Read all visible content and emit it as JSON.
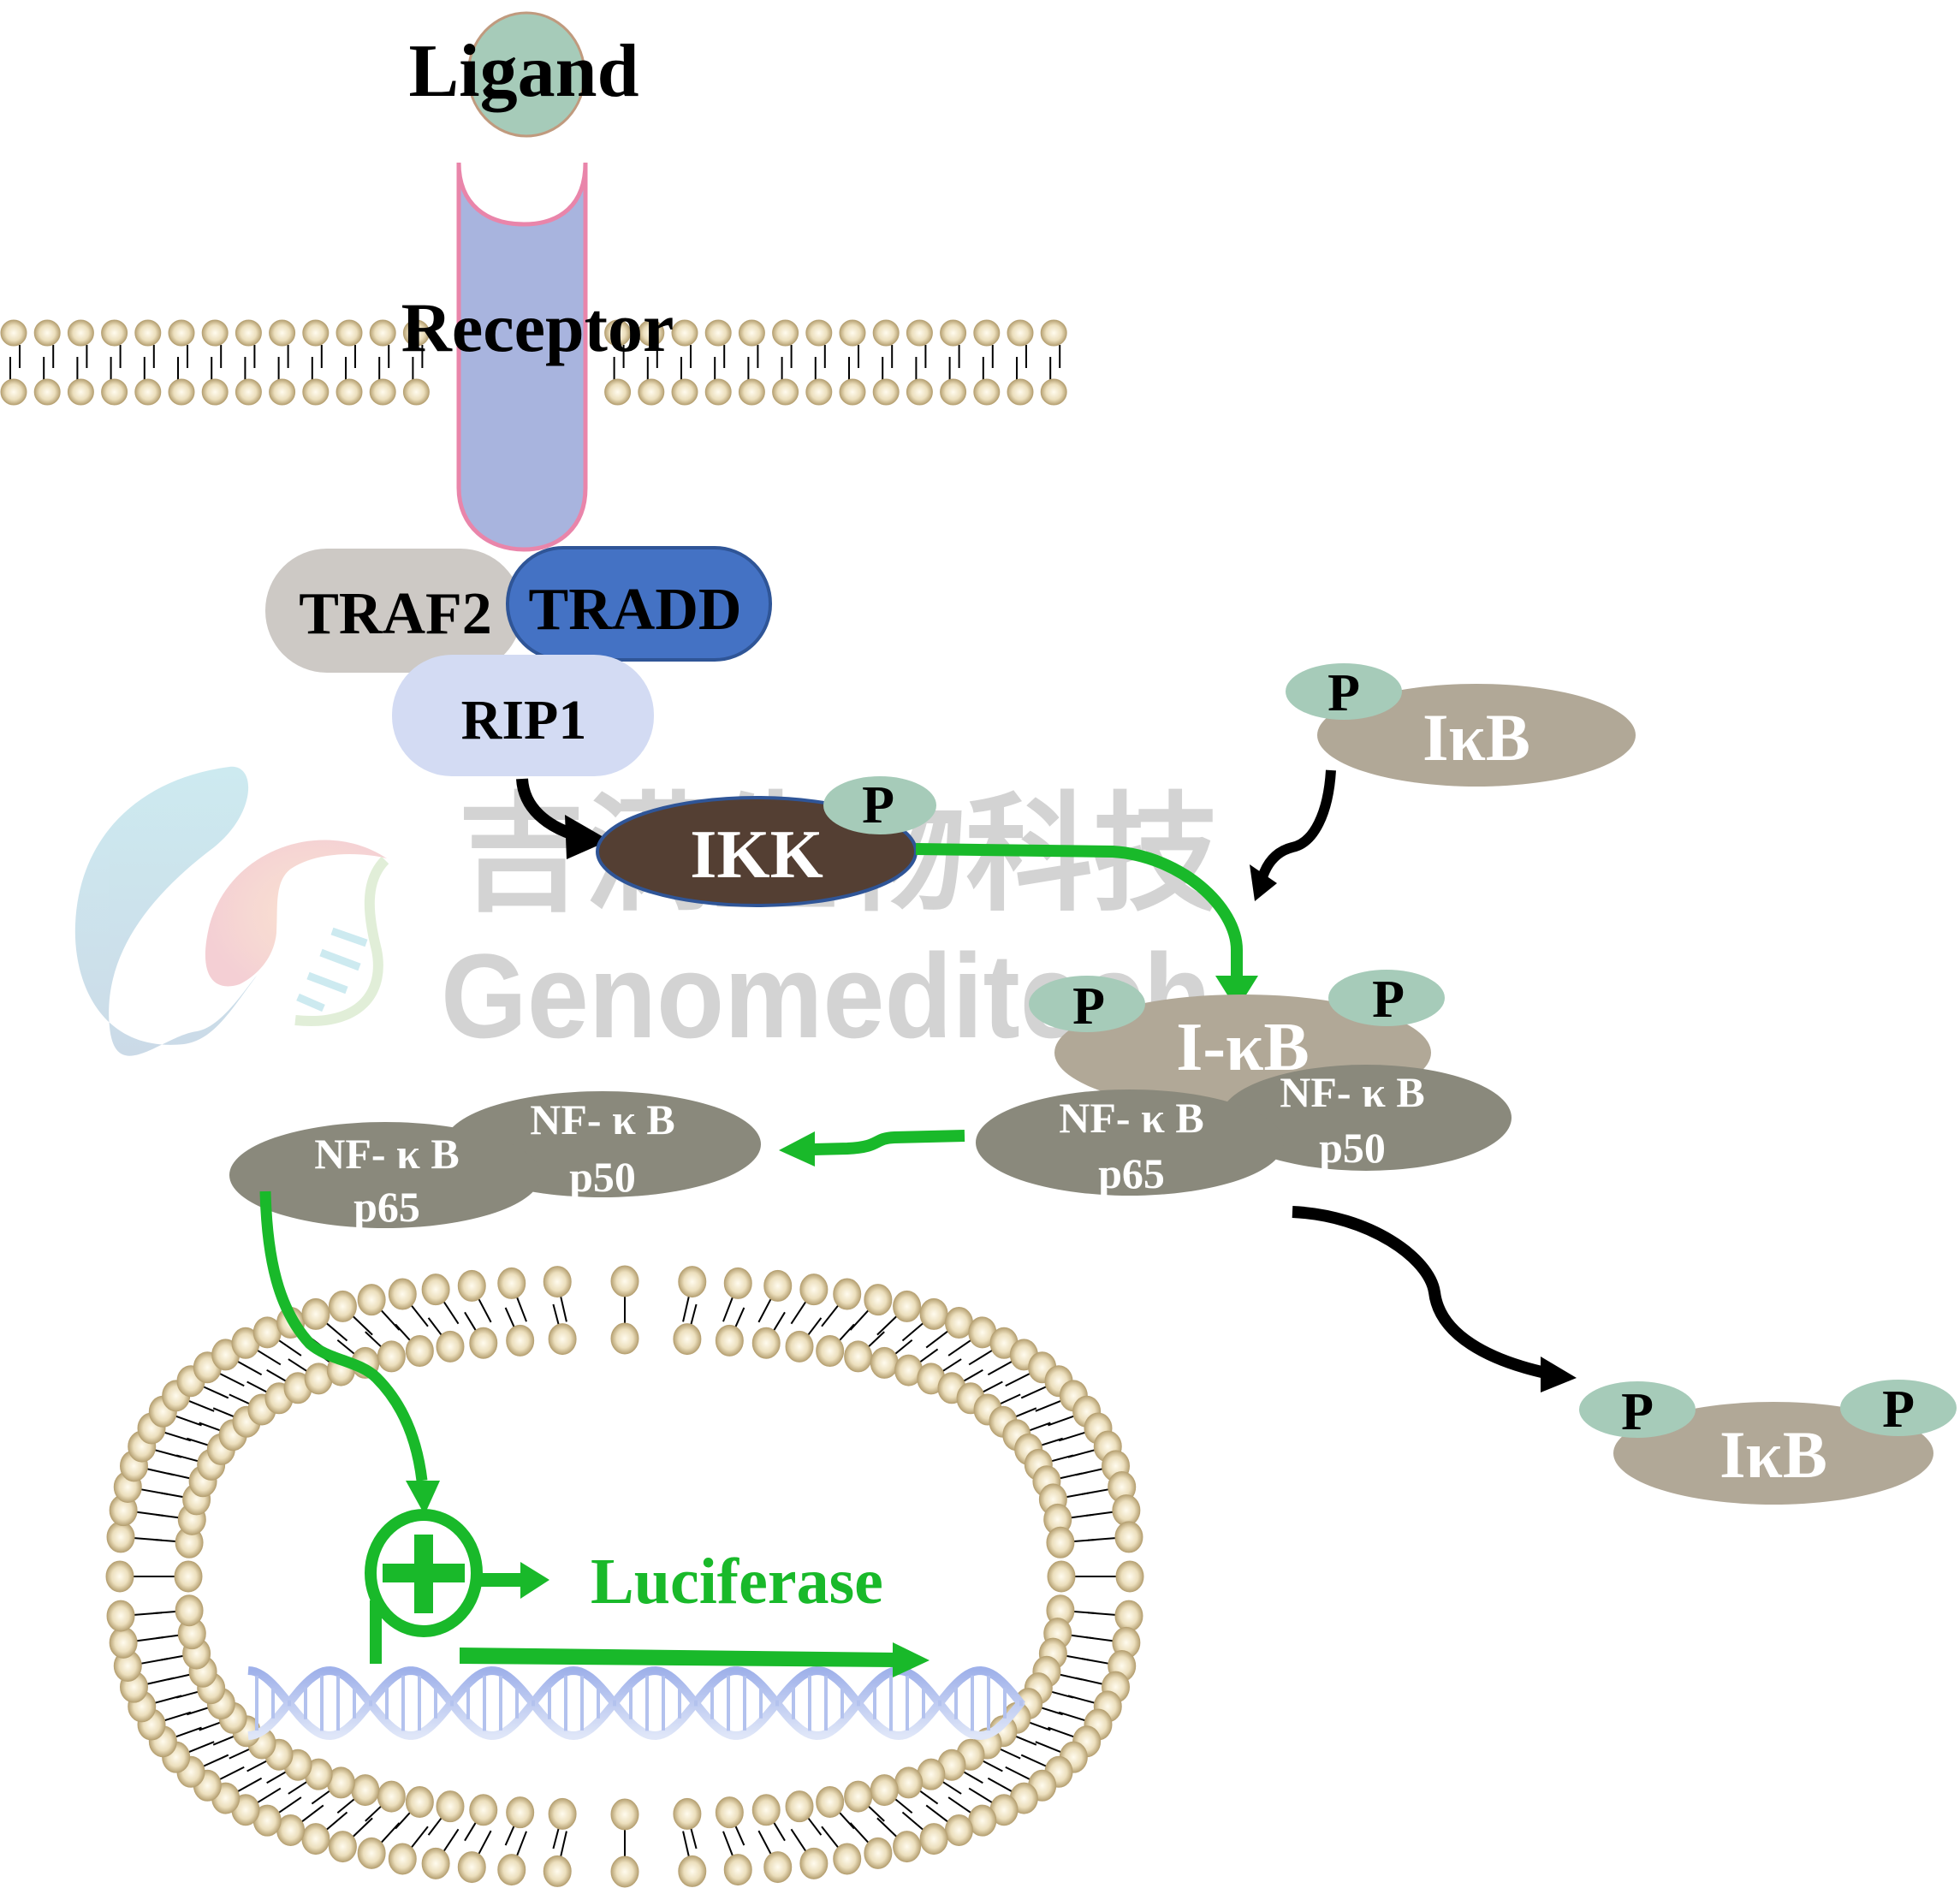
{
  "title": "NF-κB luciferase reporter signaling pathway",
  "colors": {
    "ligand": "#a6cbb9",
    "ligand_stroke": "#c09a7e",
    "receptor": "#a8b4de",
    "receptor_stroke": "#e985aa",
    "traf2": "#cdc9c5",
    "tradd": "#4472c4",
    "tradd_stroke": "#2f5597",
    "rip1": "#d3dbf3",
    "ikk": "#543f33",
    "ikk_stroke": "#2f5597",
    "phospho": "#a6cbb9",
    "ikb": "#b1a897",
    "nfkb": "#8a897c",
    "lipid_head": "#d9c9a0",
    "lipid_head_edge": "#b09c6e",
    "activation_arrow": "#19b92a",
    "flow_arrow": "#000000",
    "dna": "#a9b9ea",
    "watermark": "#d3d3d3"
  },
  "labels": {
    "ligand": "Ligand",
    "receptor": "Receptor",
    "traf2": "TRAF2",
    "tradd": "TRADD",
    "rip1": "RIP1",
    "ikk": "IKK",
    "phospho": "P",
    "ikb_free": "IκB",
    "ikb_complex": "I-κB",
    "ikb_degraded": "IκB",
    "nfkb_name": "NF- κ B",
    "p65": "p65",
    "p50": "p50",
    "luciferase": "Luciferase"
  },
  "watermark": {
    "chinese": "吉满生物科技",
    "english": "Genomeditech"
  }
}
